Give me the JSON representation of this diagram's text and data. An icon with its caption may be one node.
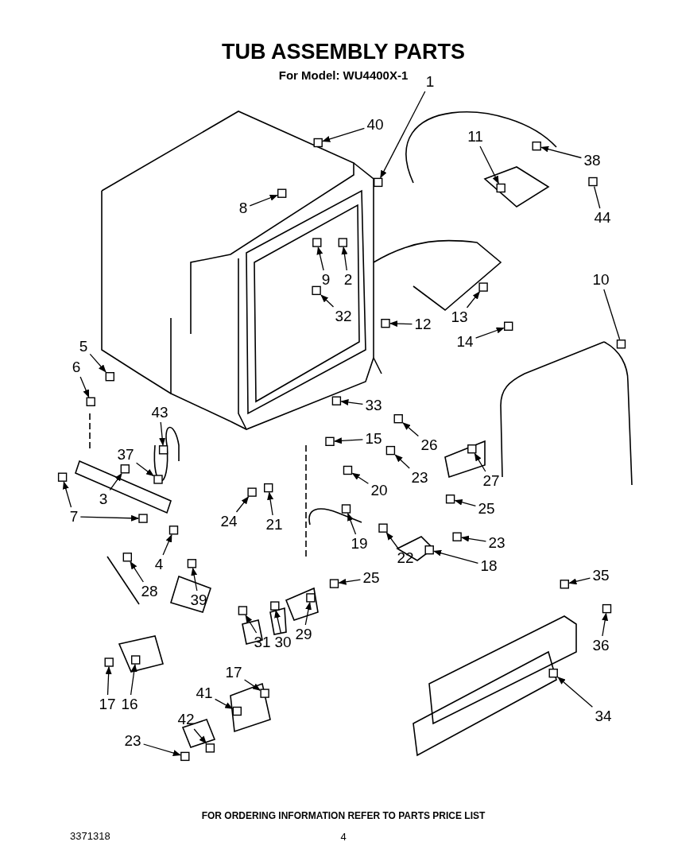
{
  "diagram": {
    "title": "TUB ASSEMBLY PARTS",
    "nodes": [
      {
        "text": [
          "1"
        ]
      },
      {
        "text": [
          "40"
        ]
      },
      {
        "text": [
          "11"
        ]
      },
      {
        "text": [
          "38"
        ]
      },
      {
        "text": [
          "8"
        ]
      },
      {
        "text": [
          "44"
        ]
      },
      {
        "text": [
          "9"
        ]
      },
      {
        "text": [
          "2"
        ]
      },
      {
        "text": [
          "10"
        ]
      },
      {
        "text": [
          "32"
        ]
      },
      {
        "text": [
          "12"
        ]
      },
      {
        "text": [
          "13"
        ]
      },
      {
        "text": [
          "14"
        ]
      },
      {
        "text": [
          "5"
        ]
      },
      {
        "text": [
          "6"
        ]
      },
      {
        "text": [
          "43"
        ]
      },
      {
        "text": [
          "33"
        ]
      },
      {
        "text": [
          "15"
        ]
      },
      {
        "text": [
          "26"
        ]
      },
      {
        "text": [
          "37"
        ]
      },
      {
        "text": [
          "23"
        ]
      },
      {
        "text": [
          "27"
        ]
      },
      {
        "text": [
          "3"
        ]
      },
      {
        "text": [
          "7"
        ]
      },
      {
        "text": [
          "20"
        ]
      },
      {
        "text": [
          "24"
        ]
      },
      {
        "text": [
          "21"
        ]
      },
      {
        "text": [
          "25"
        ]
      },
      {
        "text": [
          "19"
        ]
      },
      {
        "text": [
          "22"
        ]
      },
      {
        "text": [
          "23"
        ]
      },
      {
        "text": [
          "18"
        ]
      },
      {
        "text": [
          "4"
        ]
      },
      {
        "text": [
          "28"
        ]
      },
      {
        "text": [
          "39"
        ]
      },
      {
        "text": [
          "25"
        ]
      },
      {
        "text": [
          "35"
        ]
      },
      {
        "text": [
          "36"
        ]
      },
      {
        "text": [
          "30"
        ]
      },
      {
        "text": [
          "29"
        ]
      },
      {
        "text": [
          "31"
        ]
      },
      {
        "text": [
          "17"
        ]
      },
      {
        "text": [
          "17"
        ]
      },
      {
        "text": [
          "16"
        ]
      },
      {
        "text": [
          "41"
        ]
      },
      {
        "text": [
          "42"
        ]
      },
      {
        "text": [
          "34"
        ]
      },
      {
        "text": [
          "23"
        ]
      },
      {
        "text": [],
        "shape": "box"
      },
      {
        "text": [],
        "shape": "box"
      },
      {
        "text": [],
        "shape": "box"
      },
      {
        "text": [],
        "shape": "box"
      },
      {
        "text": [],
        "shape": "box"
      },
      {
        "text": [],
        "shape": "box"
      },
      {
        "text": [],
        "shape": "box"
      },
      {
        "text": [],
        "shape": "box"
      },
      {
        "text": [],
        "shape": "box"
      },
      {
        "text": [],
        "shape": "box"
      },
      {
        "text": [],
        "shape": "box"
      },
      {
        "text": [],
        "shape": "box"
      },
      {
        "text": [],
        "shape": "box"
      },
      {
        "text": [],
        "shape": "box"
      },
      {
        "text": [],
        "shape": "box"
      },
      {
        "text": [],
        "shape": "box"
      },
      {
        "text": [],
        "shape": "box"
      },
      {
        "text": [],
        "shape": "box"
      },
      {
        "text": [],
        "shape": "box"
      },
      {
        "text": [],
        "shape": "box"
      },
      {
        "text": [],
        "shape": "box"
      },
      {
        "text": [],
        "shape": "box"
      },
      {
        "text": [],
        "shape": "box"
      },
      {
        "text": [],
        "shape": "box"
      },
      {
        "text": [],
        "shape": "box"
      },
      {
        "text": [],
        "shape": "box"
      },
      {
        "text": [],
        "shape": "box"
      },
      {
        "text": [],
        "shape": "box"
      },
      {
        "text": [],
        "shape": "box"
      },
      {
        "text": [],
        "shape": "box"
      },
      {
        "text": [],
        "shape": "box"
      },
      {
        "text": [],
        "shape": "box"
      },
      {
        "text": [],
        "shape": "box"
      },
      {
        "text": [],
        "shape": "box"
      },
      {
        "text": [],
        "shape": "box"
      },
      {
        "text": [],
        "shape": "box"
      },
      {
        "text": [],
        "shape": "box"
      },
      {
        "text": [],
        "shape": "box"
      },
      {
        "text": [],
        "shape": "box"
      },
      {
        "text": [],
        "shape": "box"
      },
      {
        "text": [],
        "shape": "box"
      },
      {
        "text": [],
        "shape": "box"
      },
      {
        "text": [],
        "shape": "box"
      },
      {
        "text": [],
        "shape": "box"
      },
      {
        "text": [],
        "shape": "box"
      },
      {
        "text": [],
        "shape": "box"
      },
      {
        "text": [],
        "shape": "box"
      },
      {
        "text": [],
        "shape": "box"
      },
      {
        "text": [],
        "shape": "box"
      }
    ],
    "edges": [
      {
        "from": 0,
        "to": 48,
        "arrow": "to"
      },
      {
        "from": 1,
        "to": 49,
        "arrow": "to"
      },
      {
        "from": 2,
        "to": 50,
        "arrow": "to"
      },
      {
        "from": 3,
        "to": 51,
        "arrow": "to"
      },
      {
        "from": 4,
        "to": 52,
        "arrow": "to"
      },
      {
        "from": 5,
        "to": 53,
        "arrow": "none"
      },
      {
        "from": 6,
        "to": 54,
        "arrow": "to"
      },
      {
        "from": 7,
        "to": 55,
        "arrow": "to"
      },
      {
        "from": 8,
        "to": 56,
        "arrow": "none"
      },
      {
        "from": 9,
        "to": 57,
        "arrow": "to"
      },
      {
        "from": 10,
        "to": 58,
        "arrow": "to"
      },
      {
        "from": 11,
        "to": 59,
        "arrow": "to"
      },
      {
        "from": 12,
        "to": 60,
        "arrow": "to"
      },
      {
        "from": 13,
        "to": 61,
        "arrow": "to"
      },
      {
        "from": 14,
        "to": 62,
        "arrow": "to"
      },
      {
        "from": 15,
        "to": 63,
        "arrow": "to"
      },
      {
        "from": 16,
        "to": 64,
        "arrow": "to"
      },
      {
        "from": 17,
        "to": 65,
        "arrow": "to"
      },
      {
        "from": 18,
        "to": 66,
        "arrow": "to"
      },
      {
        "from": 19,
        "to": 67,
        "arrow": "to"
      },
      {
        "from": 20,
        "to": 68,
        "arrow": "to"
      },
      {
        "from": 21,
        "to": 69,
        "arrow": "to"
      },
      {
        "from": 22,
        "to": 70,
        "arrow": "to"
      },
      {
        "from": 23,
        "to": 71,
        "arrow": "to"
      },
      {
        "from": 23,
        "to": 72,
        "arrow": "to"
      },
      {
        "from": 24,
        "to": 73,
        "arrow": "to"
      },
      {
        "from": 25,
        "to": 74,
        "arrow": "to"
      },
      {
        "from": 26,
        "to": 75,
        "arrow": "to"
      },
      {
        "from": 27,
        "to": 76,
        "arrow": "to"
      },
      {
        "from": 28,
        "to": 77,
        "arrow": "to"
      },
      {
        "from": 29,
        "to": 78,
        "arrow": "to"
      },
      {
        "from": 30,
        "to": 79,
        "arrow": "to"
      },
      {
        "from": 31,
        "to": 80,
        "arrow": "to"
      },
      {
        "from": 32,
        "to": 81,
        "arrow": "to"
      },
      {
        "from": 33,
        "to": 82,
        "arrow": "to"
      },
      {
        "from": 34,
        "to": 83,
        "arrow": "to"
      },
      {
        "from": 35,
        "to": 84,
        "arrow": "to"
      },
      {
        "from": 36,
        "to": 85,
        "arrow": "to"
      },
      {
        "from": 37,
        "to": 86,
        "arrow": "to"
      },
      {
        "from": 38,
        "to": 87,
        "arrow": "to"
      },
      {
        "from": 39,
        "to": 88,
        "arrow": "to"
      },
      {
        "from": 40,
        "to": 89,
        "arrow": "to"
      },
      {
        "from": 41,
        "to": 90,
        "arrow": "to"
      },
      {
        "from": 42,
        "to": 91,
        "arrow": "to"
      },
      {
        "from": 43,
        "to": 92,
        "arrow": "to"
      },
      {
        "from": 44,
        "to": 93,
        "arrow": "to"
      },
      {
        "from": 45,
        "to": 94,
        "arrow": "to"
      },
      {
        "from": 46,
        "to": 95,
        "arrow": "to"
      },
      {
        "from": 47,
        "to": 96,
        "arrow": "to"
      }
    ],
    "labels": [
      "For Model: WU4400X-1",
      "FOR ORDERING INFORMATION REFER TO PARTS PRICE LIST",
      "3371318",
      "4"
    ]
  }
}
